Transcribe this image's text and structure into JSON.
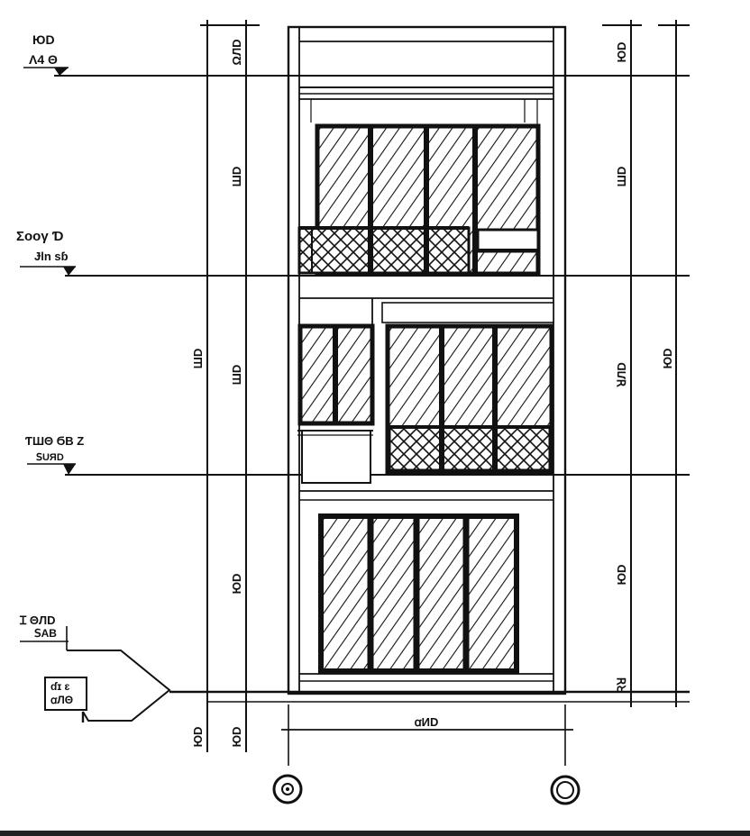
{
  "drawing": {
    "type": "building front elevation drawing",
    "line_color": "#111111",
    "background": "#ffffff"
  },
  "level_markers": [
    {
      "line1": "ЮD",
      "line2": "Λ4 Θ"
    },
    {
      "line1": "Σooγ Ɗ",
      "line2": "Ɉln sɓ"
    },
    {
      "line1": "ƬШΘ ϬB  Z",
      "line2": "ꓢUЯD"
    },
    {
      "line1": "Ɪ ΘЛD",
      "line2": "ꓢAB"
    }
  ],
  "ground_tag": {
    "line1": "ɗɪ ɛ",
    "line2": "ꭤЛΘ"
  },
  "dimensions": {
    "inner_left": [
      "ΩЛD",
      "ШD",
      "ШD",
      "ЮD",
      "ЮD"
    ],
    "outer_left": [
      "ШD",
      "ЮD"
    ],
    "inner_right": [
      "ЮD",
      "ШD",
      "ꓤЛD",
      "ЮD",
      "Ꝛꓤ"
    ],
    "outer_right": [
      "ЮD"
    ],
    "bottom_width": "ꭤИD"
  },
  "grid_axes": [
    "axis-a",
    "axis-b"
  ]
}
